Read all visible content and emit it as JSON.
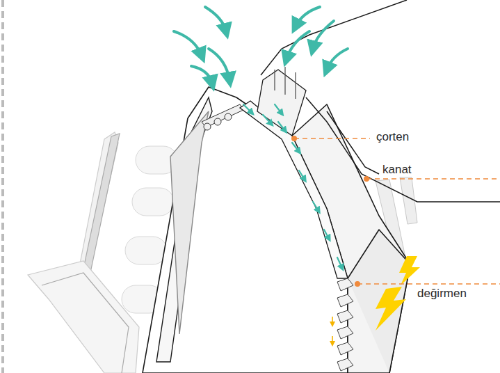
{
  "diagram": {
    "labels": [
      "çorten",
      "kanat",
      "değirmen"
    ]
  }
}
